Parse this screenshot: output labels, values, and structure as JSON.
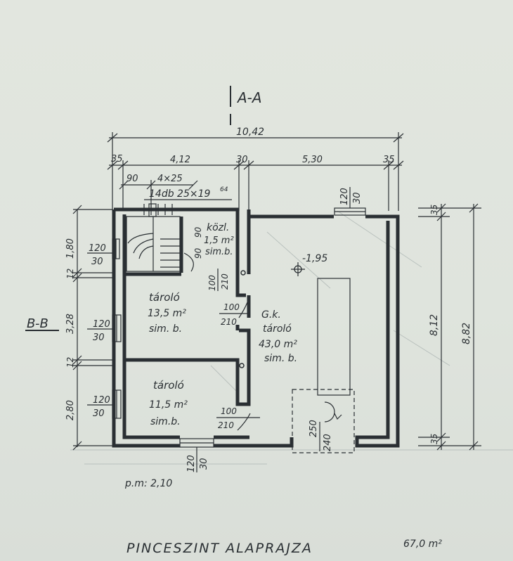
{
  "section_top": "A-A",
  "section_left": "B-B",
  "dims_top": {
    "overall": "10,42",
    "d1": "35",
    "d2": "4,12",
    "d3": "30",
    "d4": "5,30",
    "d5": "35",
    "stair_offset": "90",
    "stair_count": "4×25",
    "stair_steps": "14db 25×19",
    "stair_steps_sup": "64"
  },
  "dims_left": {
    "d1": "1,80",
    "d2": "12",
    "d3": "3,28",
    "d4": "12",
    "d5": "2,80"
  },
  "dims_right": {
    "outer": "8,82",
    "inner": "8,12",
    "top": "35",
    "bottom": "35"
  },
  "windows": {
    "left1": {
      "num": "120",
      "den": "30"
    },
    "left2": {
      "num": "120",
      "den": "30"
    },
    "left3": {
      "num": "120",
      "den": "30"
    },
    "top": {
      "num": "120",
      "den": "30"
    },
    "bottom": {
      "num": "120",
      "den": "30"
    }
  },
  "doors": {
    "d1": {
      "num": "100",
      "den": "210"
    },
    "d2": {
      "num": "100",
      "den": "210"
    },
    "d3": {
      "num": "100",
      "den": "210"
    },
    "sliding": {
      "num": "250",
      "den": "240"
    }
  },
  "stair_dims": {
    "a": "90",
    "b": "90"
  },
  "rooms": {
    "kozl": {
      "name": "közl.",
      "area": "1,5 m²",
      "floor": "sim.b."
    },
    "taroló1": {
      "name": "tároló",
      "area": "13,5 m²",
      "floor": "sim. b."
    },
    "gk": {
      "name": "G.k.",
      "name2": "tároló",
      "area": "43,0 m²",
      "floor": "sim. b."
    },
    "taroló2": {
      "name": "tároló",
      "area": "11,5 m²",
      "floor": "sim.b."
    }
  },
  "level_mark": "-1,95",
  "pm": "p.m: 2,10",
  "title": "PINCESZINT  ALAPRAJZA",
  "title_area": "67,0 m²"
}
